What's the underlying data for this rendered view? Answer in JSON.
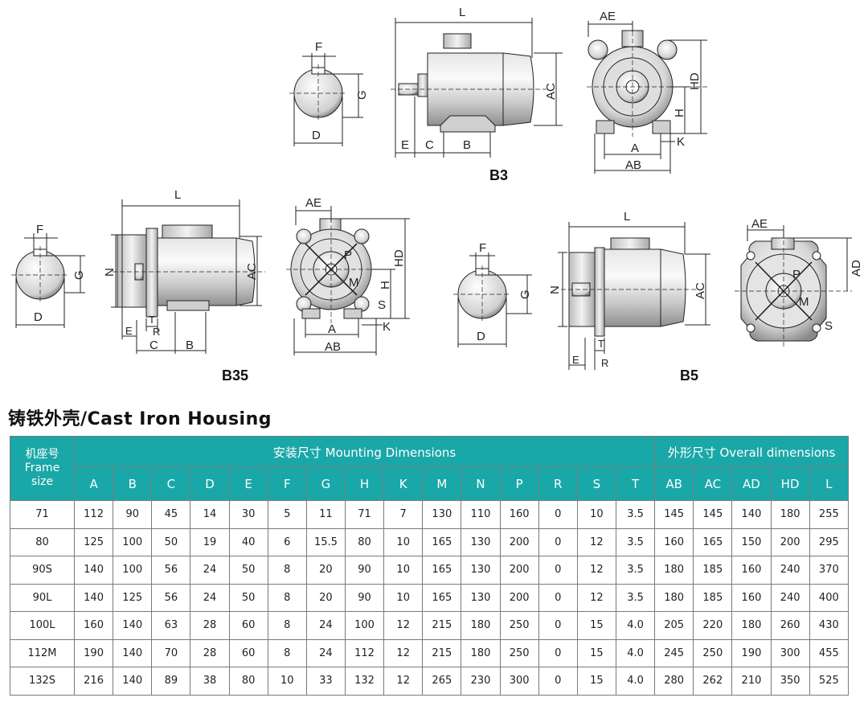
{
  "diagrams": {
    "b3": {
      "caption": "B3",
      "labels": {
        "F": "F",
        "G": "G",
        "D": "D",
        "L": "L",
        "AC": "AC",
        "E": "E",
        "C": "C",
        "B": "B",
        "AE": "AE",
        "HD": "HD",
        "H": "H",
        "A": "A",
        "K": "K",
        "AB": "AB"
      }
    },
    "b35": {
      "caption": "B35",
      "labels": {
        "F": "F",
        "G": "G",
        "D": "D",
        "L": "L",
        "N": "N",
        "AC": "AC",
        "E": "E",
        "T": "T",
        "R": "R",
        "C": "C",
        "B": "B",
        "AE": "AE",
        "HD": "HD",
        "P": "P",
        "M": "M",
        "H": "H",
        "S": "S",
        "A": "A",
        "K": "K",
        "AB": "AB"
      }
    },
    "b5": {
      "caption": "B5",
      "labels": {
        "F": "F",
        "G": "G",
        "D": "D",
        "L": "L",
        "N": "N",
        "AC": "AC",
        "T": "T",
        "E": "E",
        "R": "R",
        "AE": "AE",
        "AD": "AD",
        "P": "P",
        "M": "M",
        "S": "S"
      }
    }
  },
  "title": "铸铁外壳/Cast Iron Housing",
  "table": {
    "frame_header": [
      "机座号",
      "Frame",
      "size"
    ],
    "group_mounting": "安装尺寸 Mounting Dimensions",
    "group_overall": "外形尺寸 Overall dimensions",
    "columns": [
      "A",
      "B",
      "C",
      "D",
      "E",
      "F",
      "G",
      "H",
      "K",
      "M",
      "N",
      "P",
      "R",
      "S",
      "T",
      "AB",
      "AC",
      "AD",
      "HD",
      "L"
    ],
    "rows": [
      [
        "71",
        "112",
        "90",
        "45",
        "14",
        "30",
        "5",
        "11",
        "71",
        "7",
        "130",
        "110",
        "160",
        "0",
        "10",
        "3.5",
        "145",
        "145",
        "140",
        "180",
        "255"
      ],
      [
        "80",
        "125",
        "100",
        "50",
        "19",
        "40",
        "6",
        "15.5",
        "80",
        "10",
        "165",
        "130",
        "200",
        "0",
        "12",
        "3.5",
        "160",
        "165",
        "150",
        "200",
        "295"
      ],
      [
        "90S",
        "140",
        "100",
        "56",
        "24",
        "50",
        "8",
        "20",
        "90",
        "10",
        "165",
        "130",
        "200",
        "0",
        "12",
        "3.5",
        "180",
        "185",
        "160",
        "240",
        "370"
      ],
      [
        "90L",
        "140",
        "125",
        "56",
        "24",
        "50",
        "8",
        "20",
        "90",
        "10",
        "165",
        "130",
        "200",
        "0",
        "12",
        "3.5",
        "180",
        "185",
        "160",
        "240",
        "400"
      ],
      [
        "100L",
        "160",
        "140",
        "63",
        "28",
        "60",
        "8",
        "24",
        "100",
        "12",
        "215",
        "180",
        "250",
        "0",
        "15",
        "4.0",
        "205",
        "220",
        "180",
        "260",
        "430"
      ],
      [
        "112M",
        "190",
        "140",
        "70",
        "28",
        "60",
        "8",
        "24",
        "112",
        "12",
        "215",
        "180",
        "250",
        "0",
        "15",
        "4.0",
        "245",
        "250",
        "190",
        "300",
        "455"
      ],
      [
        "132S",
        "216",
        "140",
        "89",
        "38",
        "80",
        "10",
        "33",
        "132",
        "12",
        "265",
        "230",
        "300",
        "0",
        "15",
        "4.0",
        "280",
        "262",
        "210",
        "350",
        "525"
      ]
    ]
  }
}
